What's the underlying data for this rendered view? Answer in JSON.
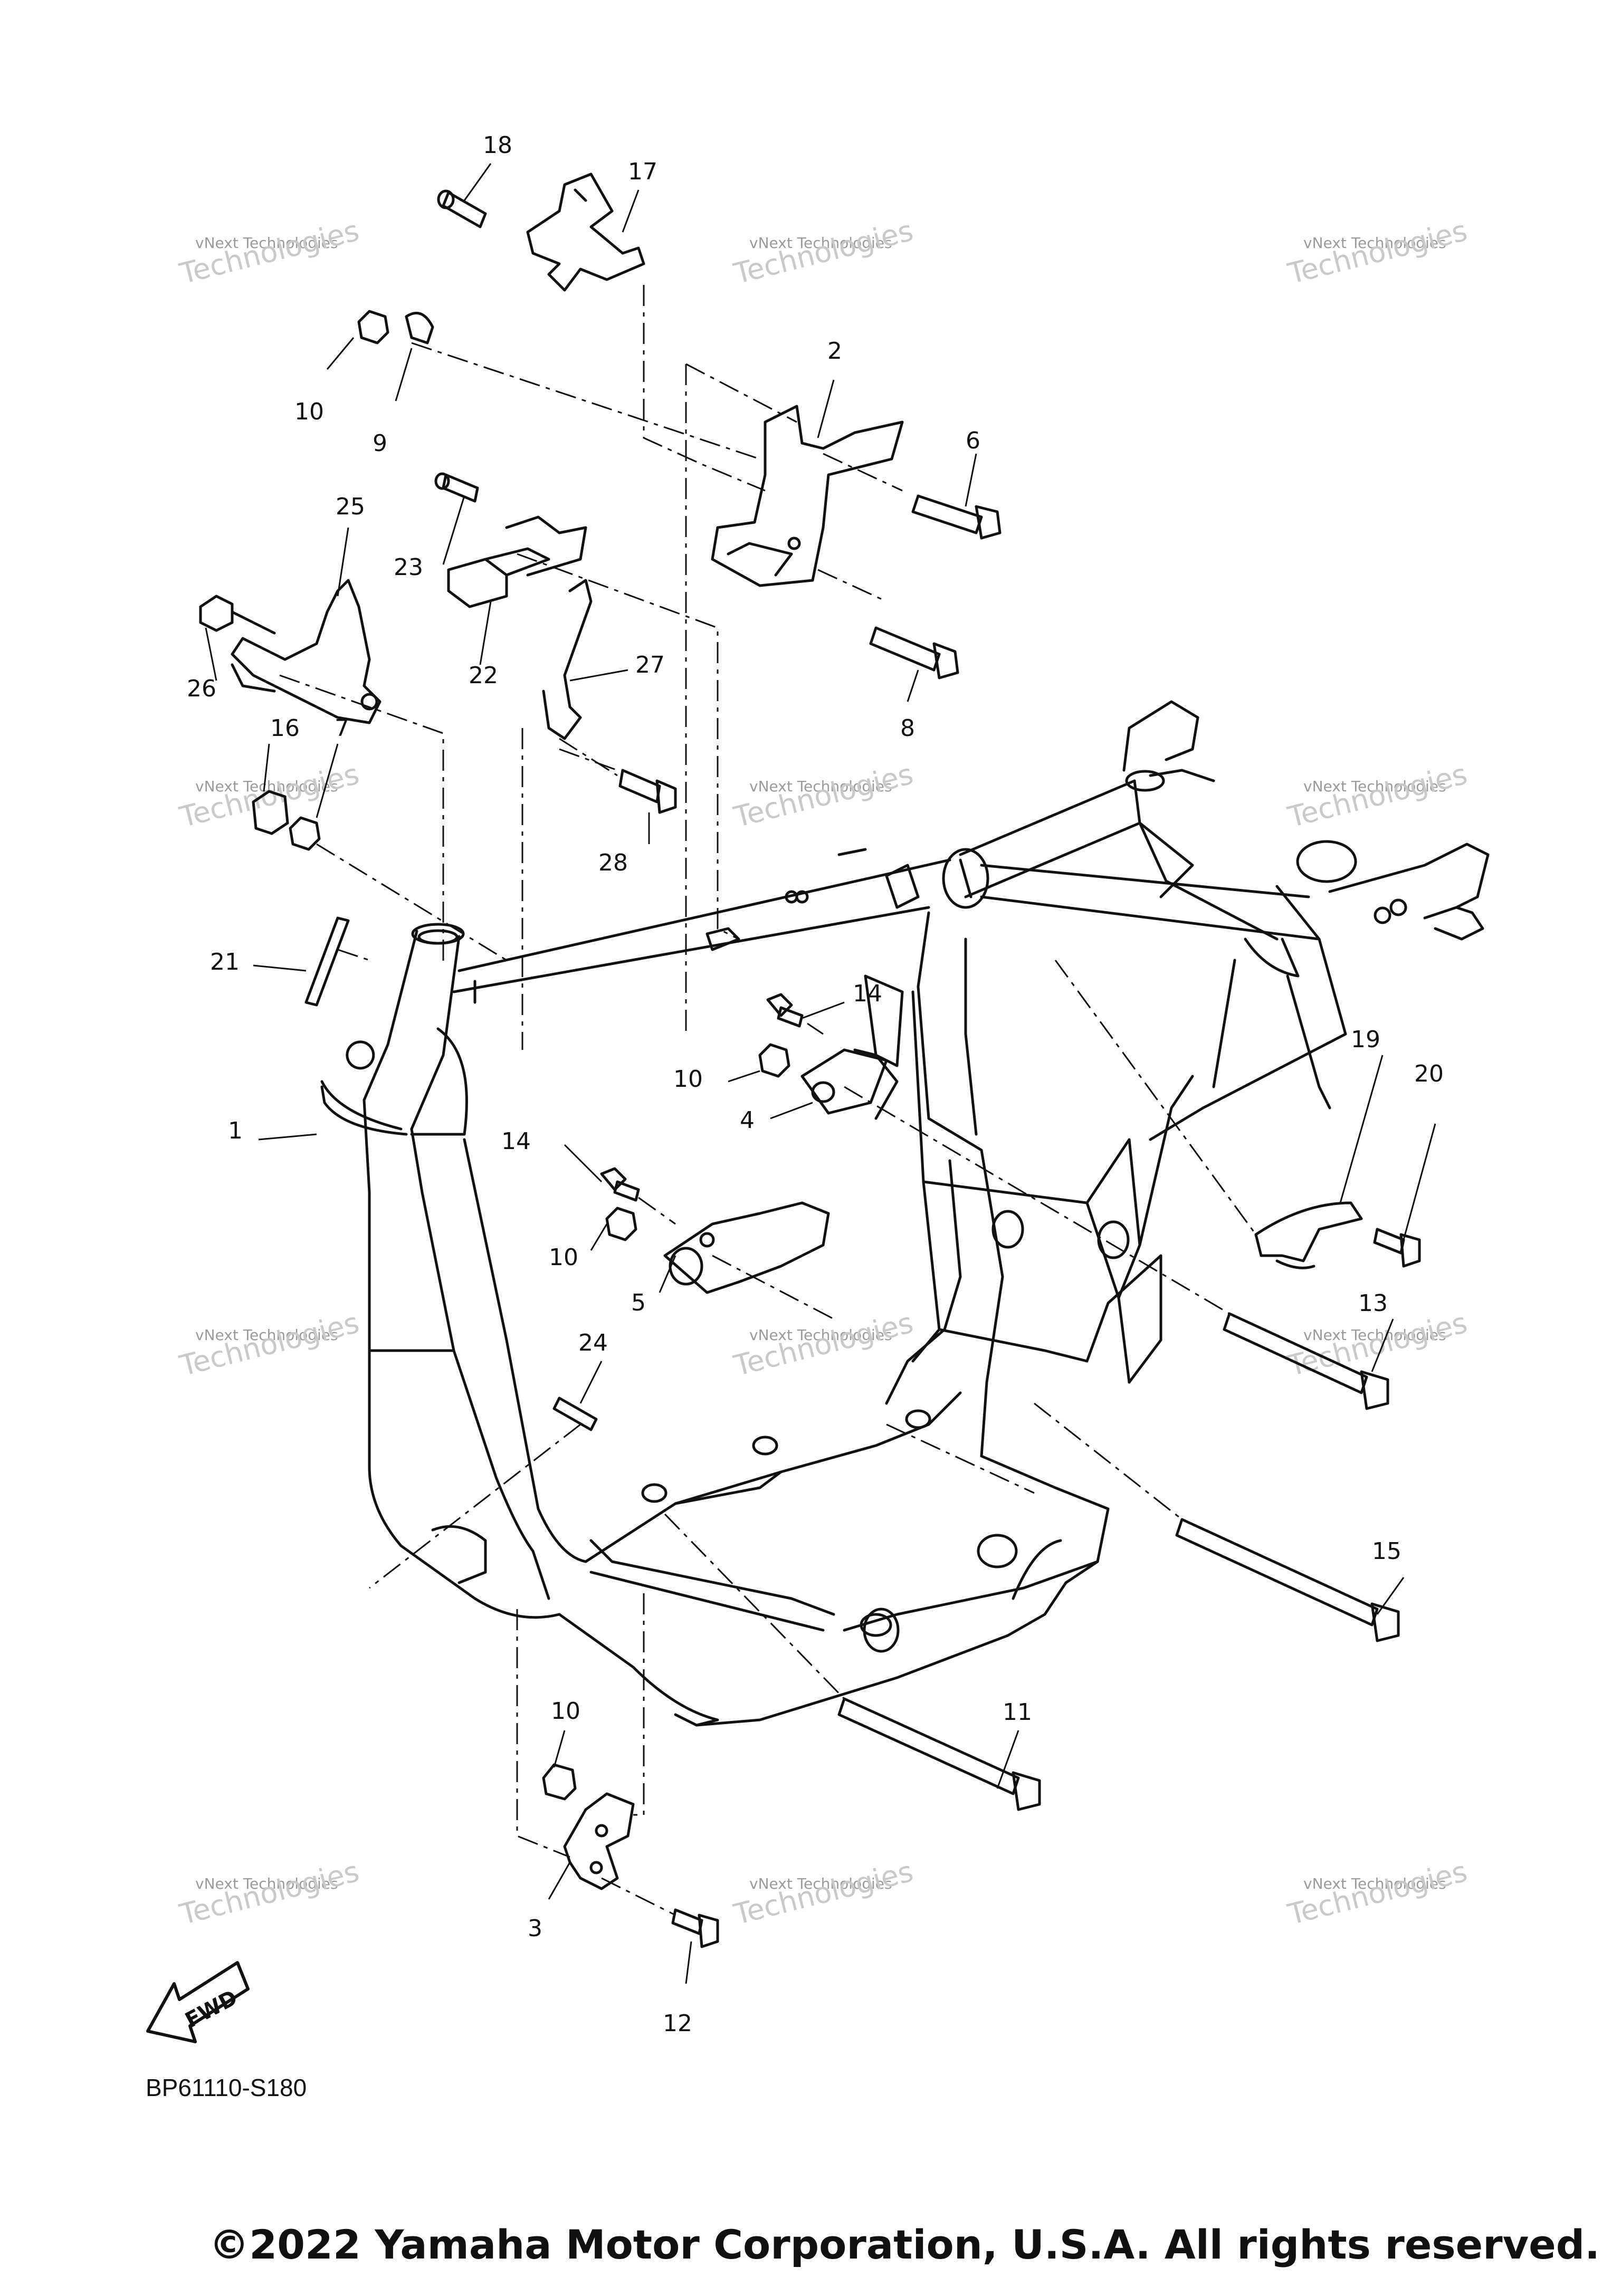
{
  "callouts": [
    {
      "id": "c18",
      "text": "18"
    },
    {
      "id": "c17",
      "text": "17"
    },
    {
      "id": "c10a",
      "text": "10"
    },
    {
      "id": "c9",
      "text": "9"
    },
    {
      "id": "c2",
      "text": "2"
    },
    {
      "id": "c6",
      "text": "6"
    },
    {
      "id": "c25",
      "text": "25"
    },
    {
      "id": "c23",
      "text": "23"
    },
    {
      "id": "c26",
      "text": "26"
    },
    {
      "id": "c22",
      "text": "22"
    },
    {
      "id": "c27",
      "text": "27"
    },
    {
      "id": "c8",
      "text": "8"
    },
    {
      "id": "c16",
      "text": "16"
    },
    {
      "id": "c7",
      "text": "7"
    },
    {
      "id": "c28",
      "text": "28"
    },
    {
      "id": "c21",
      "text": "21"
    },
    {
      "id": "c14a",
      "text": "14"
    },
    {
      "id": "c10b",
      "text": "10"
    },
    {
      "id": "c4",
      "text": "4"
    },
    {
      "id": "c19",
      "text": "19"
    },
    {
      "id": "c20",
      "text": "20"
    },
    {
      "id": "c1",
      "text": "1"
    },
    {
      "id": "c14b",
      "text": "14"
    },
    {
      "id": "c10c",
      "text": "10"
    },
    {
      "id": "c5",
      "text": "5"
    },
    {
      "id": "c13",
      "text": "13"
    },
    {
      "id": "c24",
      "text": "24"
    },
    {
      "id": "c15",
      "text": "15"
    },
    {
      "id": "c11",
      "text": "11"
    },
    {
      "id": "c10d",
      "text": "10"
    },
    {
      "id": "c3",
      "text": "3"
    },
    {
      "id": "c12",
      "text": "12"
    }
  ],
  "watermark": {
    "line1": "vNext Technologies",
    "line2": "Technologies"
  },
  "fwd_label": "FWD",
  "diagram_code": "BP61110-S180",
  "copyright": "©2022 Yamaha Motor Corporation, U.S.A. All rights reserved."
}
